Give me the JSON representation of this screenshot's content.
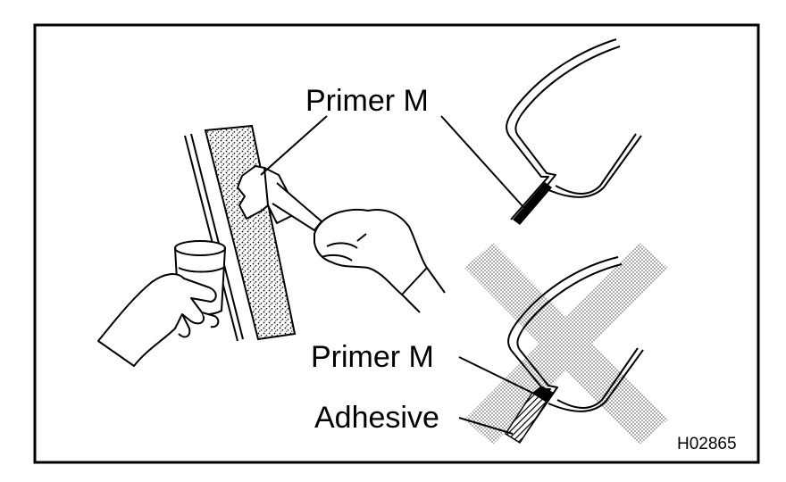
{
  "labels": {
    "primer_top": "Primer M",
    "primer_bottom": "Primer M",
    "adhesive": "Adhesive",
    "figure_id": "H02865"
  },
  "colors": {
    "ink": "#000000",
    "paper": "#ffffff",
    "hatch": "#9a9a9a"
  },
  "icons": {
    "do_not": "cross-out-x-icon",
    "brush": "brush-icon",
    "cup": "primer-cup-icon"
  }
}
